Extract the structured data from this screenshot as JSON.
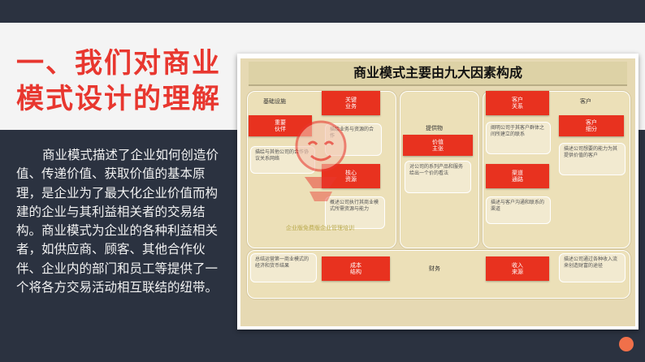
{
  "slide": {
    "title_line1": "一、我们对商业",
    "title_line2": "模式设计的理解",
    "body": "商业模式描述了企业如何创造价值、传递价值、获取价值的基本原理，是企业为了最大化企业价值而构建的企业与其利益相关者的交易结构。商业模式为企业的各种利益相关者，如供应商、顾客、其他合作伙伴、企业内的部门和员工等提供了一个将各方交易活动相互联结的纽带。"
  },
  "diagram": {
    "title": "商业模式主要由九大因素构成",
    "groups": {
      "infrastructure": "基础设施",
      "offering": "提供物",
      "customer": "客户",
      "finance": "财务"
    },
    "elements": {
      "key_partners": "重要\n伙伴",
      "key_activities": "关键\n业务",
      "key_resources": "核心\n资源",
      "value_proposition": "价值\n主张",
      "customer_relationships": "客户\n关系",
      "channels": "渠道\n通路",
      "customer_segments": "客户\n细分",
      "cost_structure": "成本\n结构",
      "revenue_streams": "收入\n来源"
    },
    "descriptions": {
      "key_partners": "描绘与其他公司的合作协议关系网络",
      "key_activities": "描绘业务与资源的合作",
      "key_resources": "概述公司执行其商业模式所需资源与能力",
      "value_proposition": "对公司的系列产品和服务给出一个价的看法",
      "customer_relationships": "阐明公司于其客户群体之间所建立的联系",
      "channels": "描述与客户沟通和联系的渠道",
      "customer_segments": "描述公司想要的能力为其提供价值的客户",
      "cost_structure": "总结运营第一商业模式的经济和货币结果",
      "revenue_streams": "描述公司通过各种收入流来创造财富的途径"
    },
    "watermark_text": "企业版免费版企业管理培训"
  },
  "colors": {
    "accent": "#e8372f",
    "background": "#2b3240",
    "box_red": "#e8321f",
    "canvas": "#e6d9b3"
  }
}
